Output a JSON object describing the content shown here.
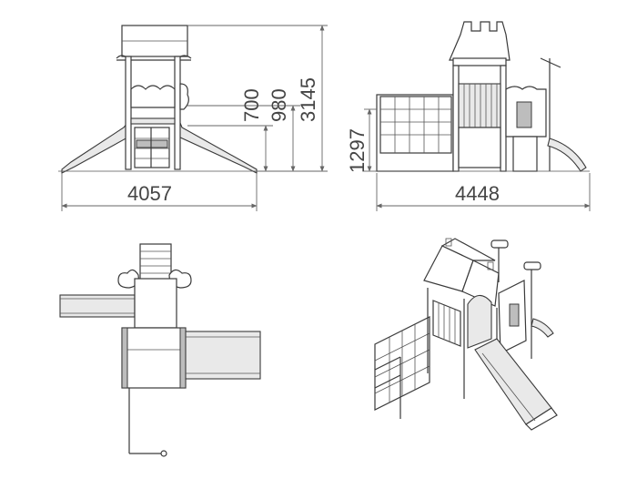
{
  "dimensions": {
    "front_width": "4057",
    "side_width": "4448",
    "height_700": "700",
    "height_980": "980",
    "height_3145": "3145",
    "height_1297": "1297"
  },
  "colors": {
    "line": "#3a3a3a",
    "dimension": "#666666",
    "shade": "#e9e9e9"
  }
}
